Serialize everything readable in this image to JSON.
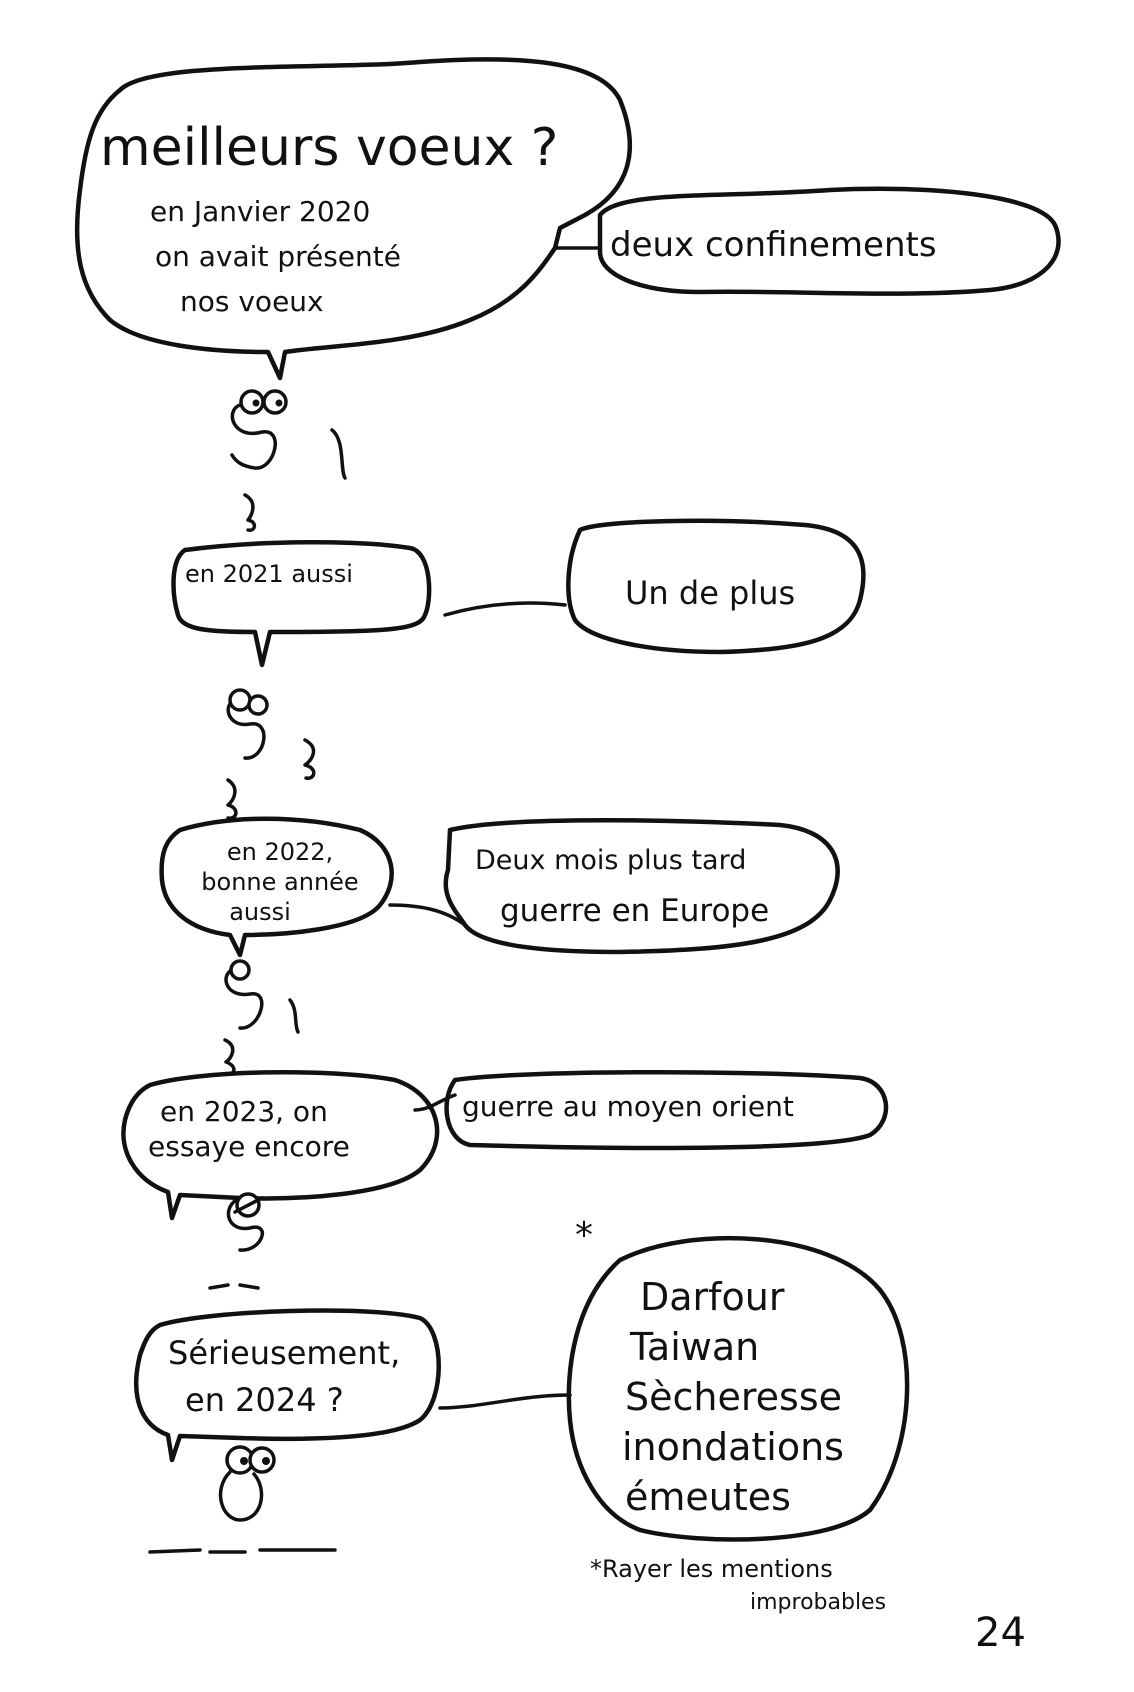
{
  "panels": [
    {
      "bubble_lines": [
        "meilleurs voeux ?",
        "en Janvier 2020",
        "on avait présenté",
        "nos voeux"
      ],
      "reply": [
        "deux confinements"
      ]
    },
    {
      "bubble_lines": [
        "en 2021 aussi"
      ],
      "reply": [
        "Un de plus"
      ]
    },
    {
      "bubble_lines": [
        "en 2022,",
        "bonne année",
        "aussi"
      ],
      "reply": [
        "Deux mois plus tard",
        "guerre en Europe"
      ]
    },
    {
      "bubble_lines": [
        "en 2023, on",
        "essaye encore"
      ],
      "reply": [
        "guerre au moyen orient"
      ]
    },
    {
      "bubble_lines": [
        "Sérieusement,",
        "en 2024 ?"
      ],
      "reply": [
        "Darfour",
        "Taiwan",
        "Sècheresse",
        "inondations",
        "émeutes"
      ]
    }
  ],
  "asterisk": "*",
  "footnote": [
    "*Rayer les mentions",
    "improbables"
  ],
  "signature": "24"
}
